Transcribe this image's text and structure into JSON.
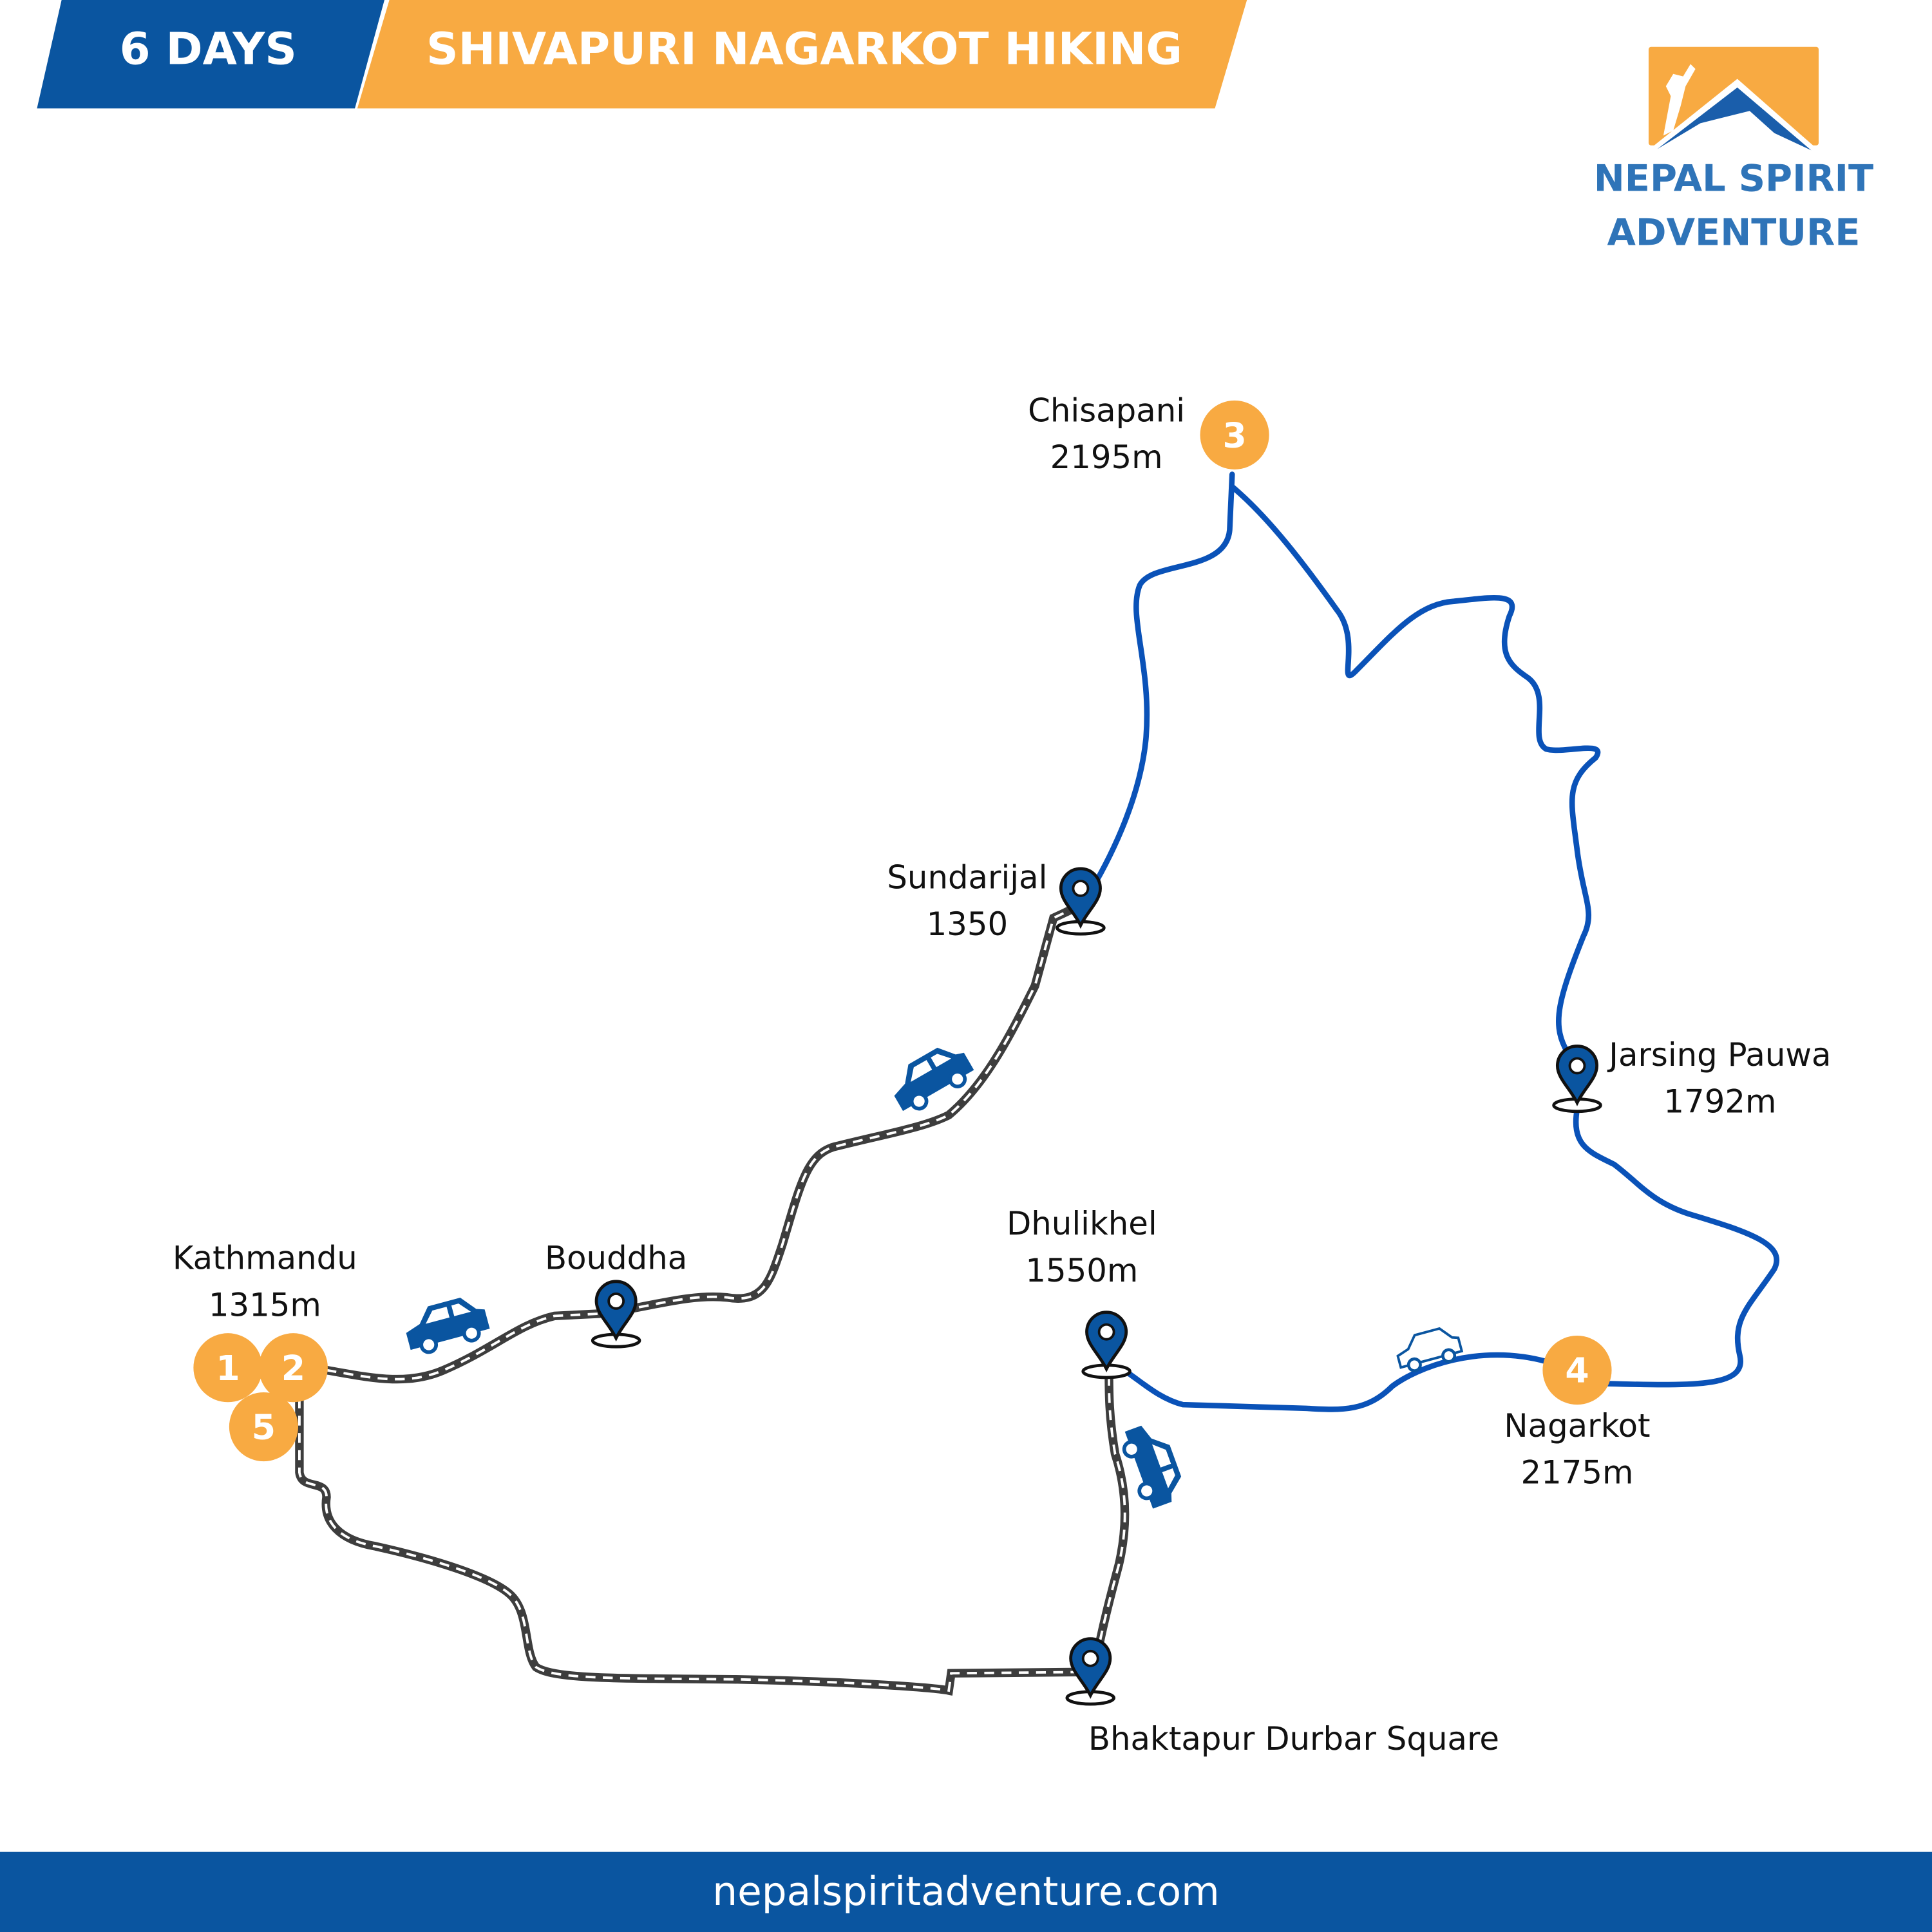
{
  "header": {
    "days": "6 DAYS",
    "title": "SHIVAPURI NAGARKOT HIKING"
  },
  "brand": {
    "line1": "NEPAL SPIRIT",
    "line2": "ADVENTURE"
  },
  "footer": {
    "website": "nepalspiritadventure.com"
  },
  "colors": {
    "blue": "#0a55a0",
    "orange": "#f8aa42",
    "trail": "#0a52b8",
    "road": "#444444"
  },
  "locations": [
    {
      "name": "Kathmandu",
      "alt": "1315m"
    },
    {
      "name": "Bouddha",
      "alt": ""
    },
    {
      "name": "Sundarijal",
      "alt": "1350"
    },
    {
      "name": "Chisapani",
      "alt": "2195m"
    },
    {
      "name": "Jarsing Pauwa",
      "alt": "1792m"
    },
    {
      "name": "Nagarkot",
      "alt": "2175m"
    },
    {
      "name": "Dhulikhel",
      "alt": "1550m"
    },
    {
      "name": "Bhaktapur Durbar Square",
      "alt": ""
    }
  ],
  "day_markers": [
    "1",
    "2",
    "5",
    "3",
    "4"
  ],
  "icons": [
    "map-pin-icon",
    "car-icon",
    "climber-mountain-logo"
  ]
}
